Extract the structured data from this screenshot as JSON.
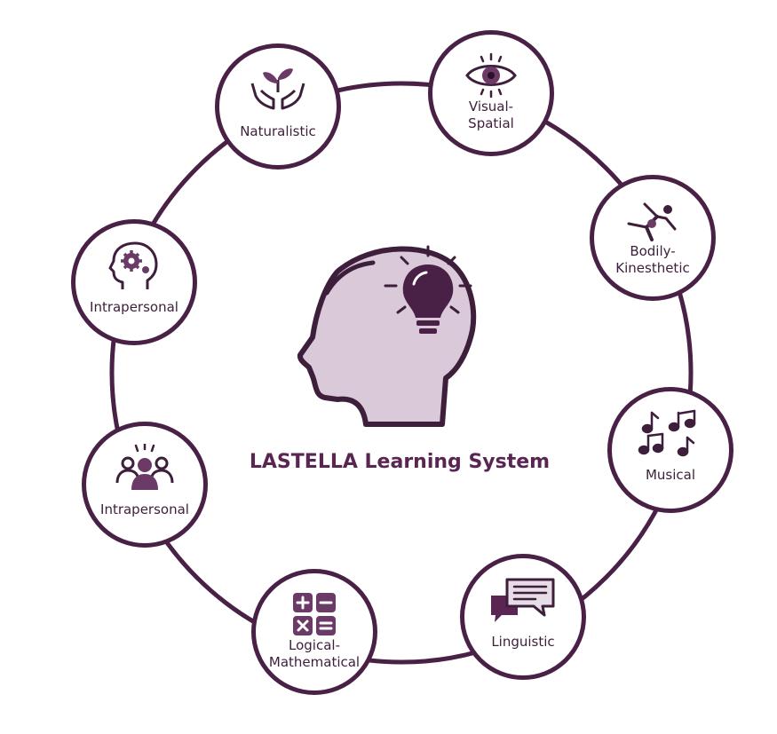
{
  "center": {
    "title": "LASTELLA Learning System"
  },
  "nodes": [
    {
      "key": "naturalistic",
      "label": "Naturalistic",
      "icon": "hands-plant-icon"
    },
    {
      "key": "visual",
      "label_line1": "Visual-",
      "label_line2": "Spatial",
      "icon": "eye-icon"
    },
    {
      "key": "bodily",
      "label_line1": "Bodily-",
      "label_line2": "Kinesthetic",
      "icon": "gymnast-icon"
    },
    {
      "key": "musical",
      "label": "Musical",
      "icon": "music-notes-icon"
    },
    {
      "key": "linguistic",
      "label": "Linguistic",
      "icon": "speech-bubbles-icon"
    },
    {
      "key": "logical",
      "label_line1": "Logical-",
      "label_line2": "Mathematical",
      "icon": "calculator-icon"
    },
    {
      "key": "interpersonal",
      "label": "Intrapersonal",
      "icon": "group-icon"
    },
    {
      "key": "intrapersonal",
      "label": "Intrapersonal",
      "icon": "head-gear-icon"
    }
  ],
  "colors": {
    "ring": "#4a2146",
    "head_fill": "#d9c9d9",
    "accent": "#5a2553"
  }
}
